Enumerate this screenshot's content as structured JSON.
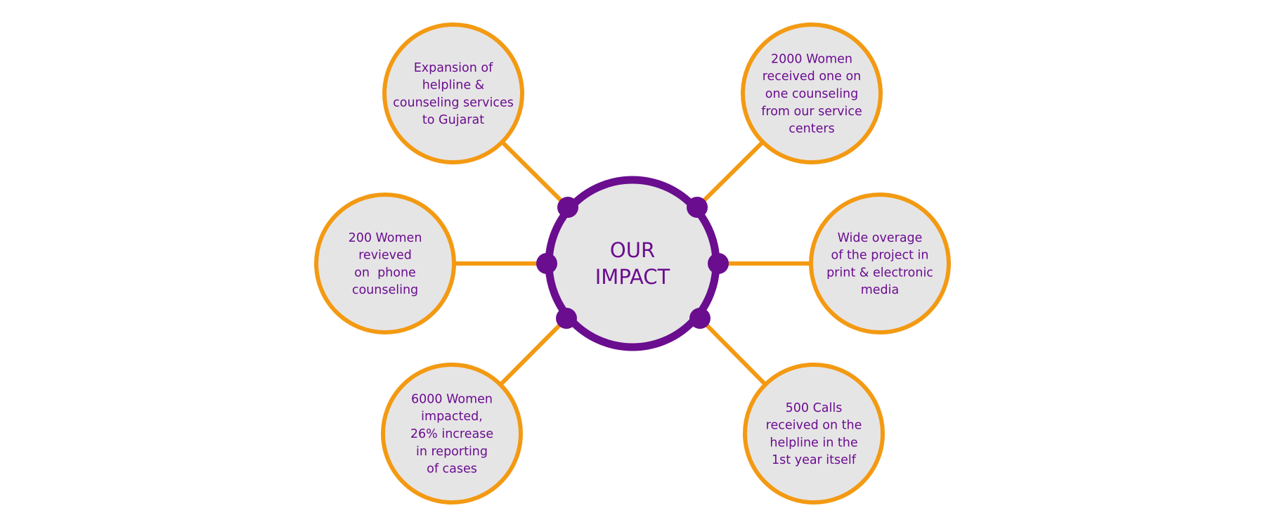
{
  "colors": {
    "accent_orange": "#f39a12",
    "brand_purple": "#6a0d8f",
    "circle_fill": "#e6e5e6",
    "background": "#ffffff"
  },
  "center": {
    "lines": [
      "OUR",
      "IMPACT"
    ]
  },
  "nodes": [
    {
      "id": "top-left",
      "lines": [
        "Expansion of",
        "helpline &",
        "counseling services",
        "to Gujarat"
      ]
    },
    {
      "id": "top-right",
      "lines": [
        "2000 Women",
        "received one on",
        "one counseling",
        "from our service",
        "centers"
      ]
    },
    {
      "id": "middle-left",
      "lines": [
        "200 Women",
        "revieved",
        "on  phone",
        "counseling"
      ]
    },
    {
      "id": "middle-right",
      "lines": [
        "Wide overage",
        "of the project in",
        "print & electronic",
        "media"
      ]
    },
    {
      "id": "bottom-left",
      "lines": [
        "6000 Women",
        "impacted,",
        "26% increase",
        "in reporting",
        "of cases"
      ]
    },
    {
      "id": "bottom-right",
      "lines": [
        "500 Calls",
        "received on the",
        "helpline in the",
        "1st year itself"
      ]
    }
  ]
}
